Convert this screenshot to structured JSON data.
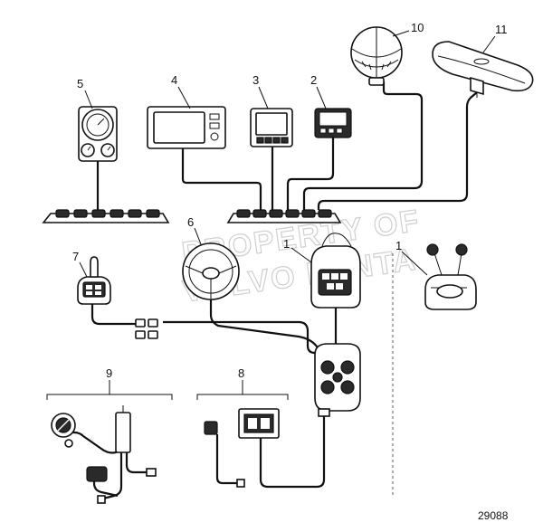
{
  "callouts": {
    "c1a": "1",
    "c1b": "1",
    "c2": "2",
    "c3": "3",
    "c4": "4",
    "c5": "5",
    "c6": "6",
    "c7": "7",
    "c8": "8",
    "c9": "9",
    "c10": "10",
    "c11": "11"
  },
  "figure_number": "29088",
  "watermark": {
    "line1": "PROPERTY OF",
    "line2": "VOLVO PENTA"
  }
}
